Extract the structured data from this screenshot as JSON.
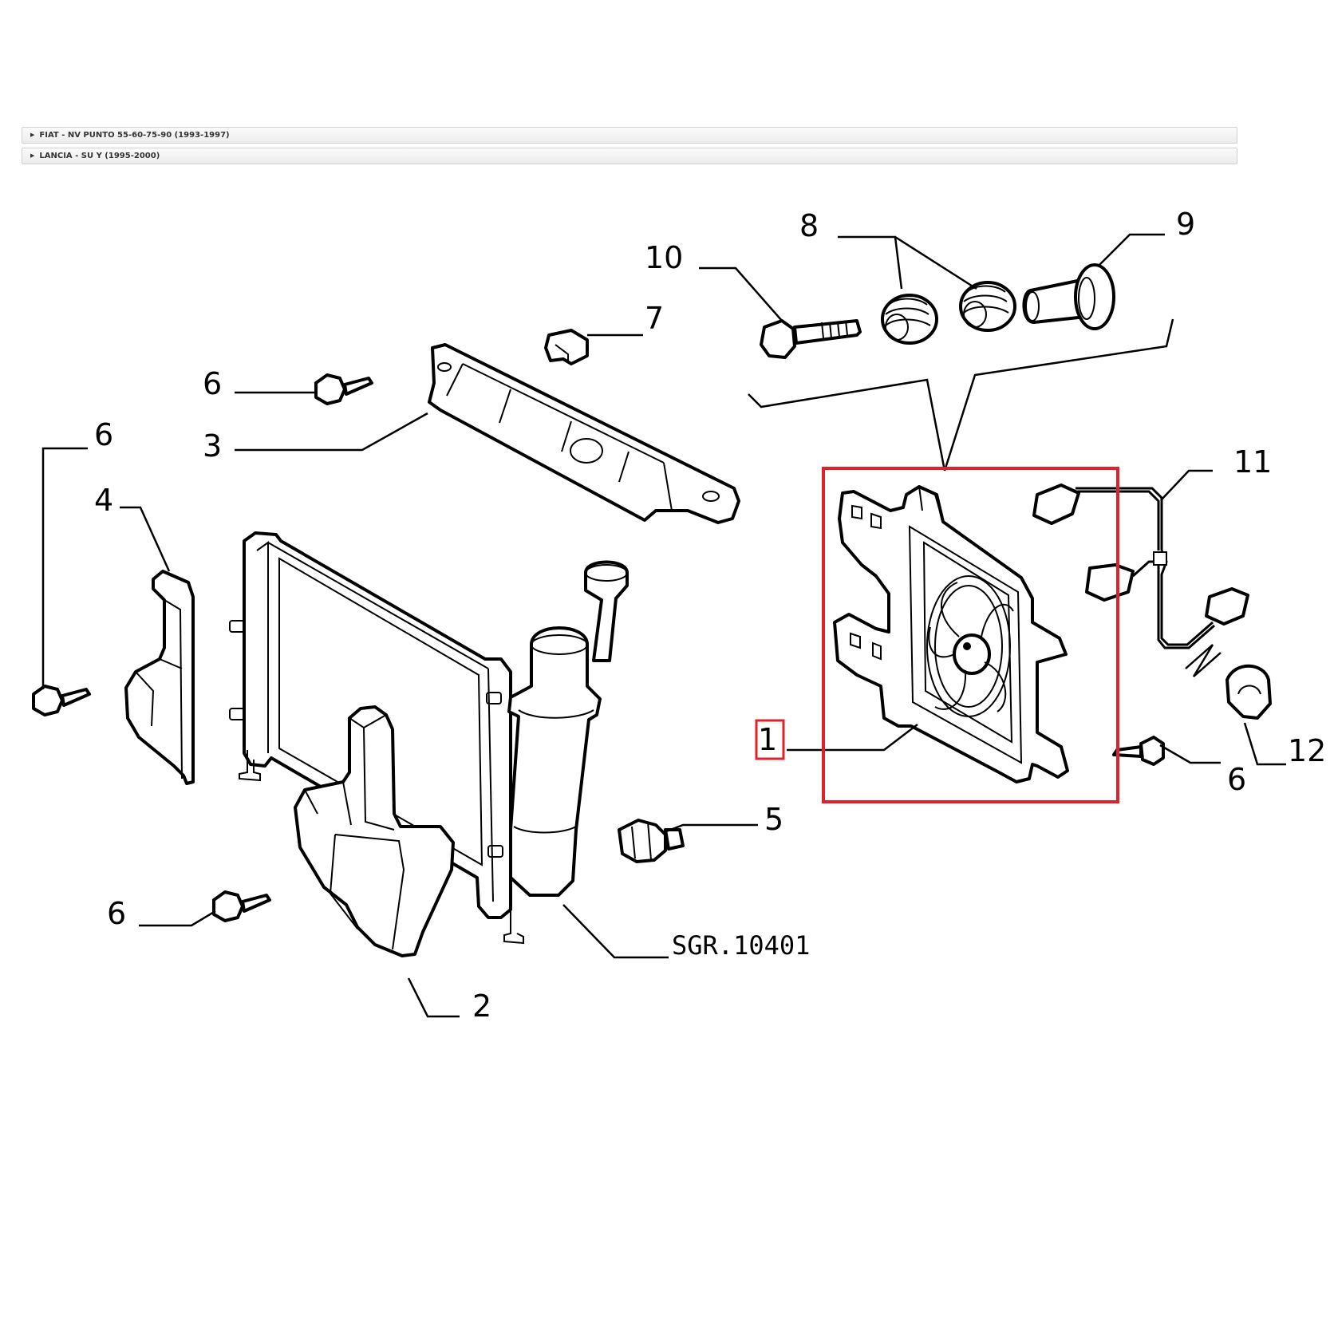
{
  "vehicle_bars": [
    {
      "label": "FIAT - NV PUNTO 55-60-75-90 (1993-1997)",
      "icon": "triangle-right-icon"
    },
    {
      "label": "LANCIA - SU Y (1995-2000)",
      "icon": "triangle-right-icon"
    }
  ],
  "diagram": {
    "reference_code": "SGR.10401",
    "highlight_color": "#e0202a",
    "callouts": {
      "c1": "1",
      "c2": "2",
      "c3": "3",
      "c4": "4",
      "c5": "5",
      "c6a": "6",
      "c6b": "6",
      "c6c": "6",
      "c6d": "6",
      "c7": "7",
      "c8": "8",
      "c9": "9",
      "c10": "10",
      "c11": "11",
      "c12": "12"
    }
  }
}
